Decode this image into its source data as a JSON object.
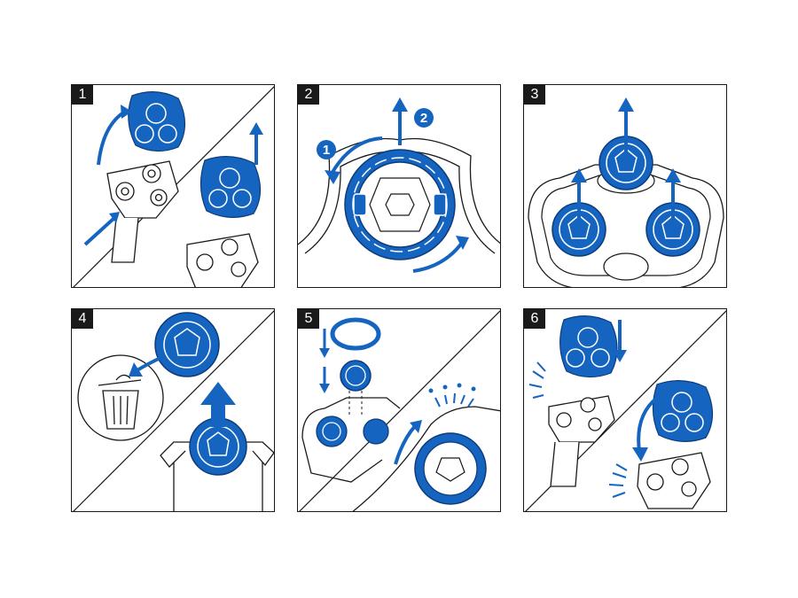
{
  "colors": {
    "accent": "#1565c0",
    "line": "#1a1a1a",
    "background": "#ffffff"
  },
  "steps": [
    {
      "number": "1"
    },
    {
      "number": "2",
      "callouts": [
        "1",
        "2"
      ]
    },
    {
      "number": "3"
    },
    {
      "number": "4"
    },
    {
      "number": "5"
    },
    {
      "number": "6"
    }
  ]
}
